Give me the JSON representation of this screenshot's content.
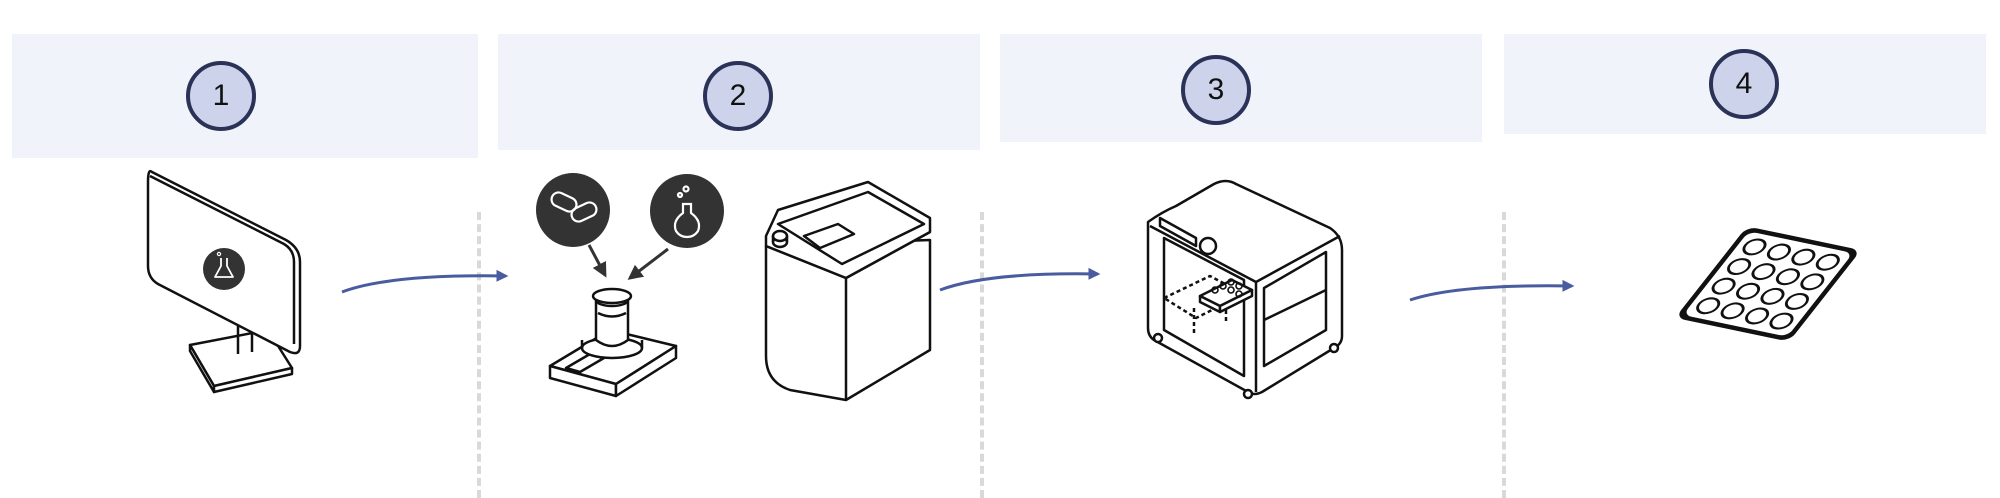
{
  "steps": [
    {
      "number": "1",
      "icon": "monitor-with-flask-icon"
    },
    {
      "number": "2",
      "icons": [
        "pills-icon",
        "flask-icon",
        "scale-with-container-icon",
        "mixer-machine-icon"
      ]
    },
    {
      "number": "3",
      "icon": "3d-printer-icon"
    },
    {
      "number": "4",
      "icon": "tablet-array-icon"
    }
  ],
  "colors": {
    "band": "#f0f4fa",
    "badge_fill": "#cdd3ea",
    "badge_border": "#2a3357",
    "arrow": "#4a5ca0",
    "divider": "#d9d9d9",
    "line": "#111111"
  }
}
